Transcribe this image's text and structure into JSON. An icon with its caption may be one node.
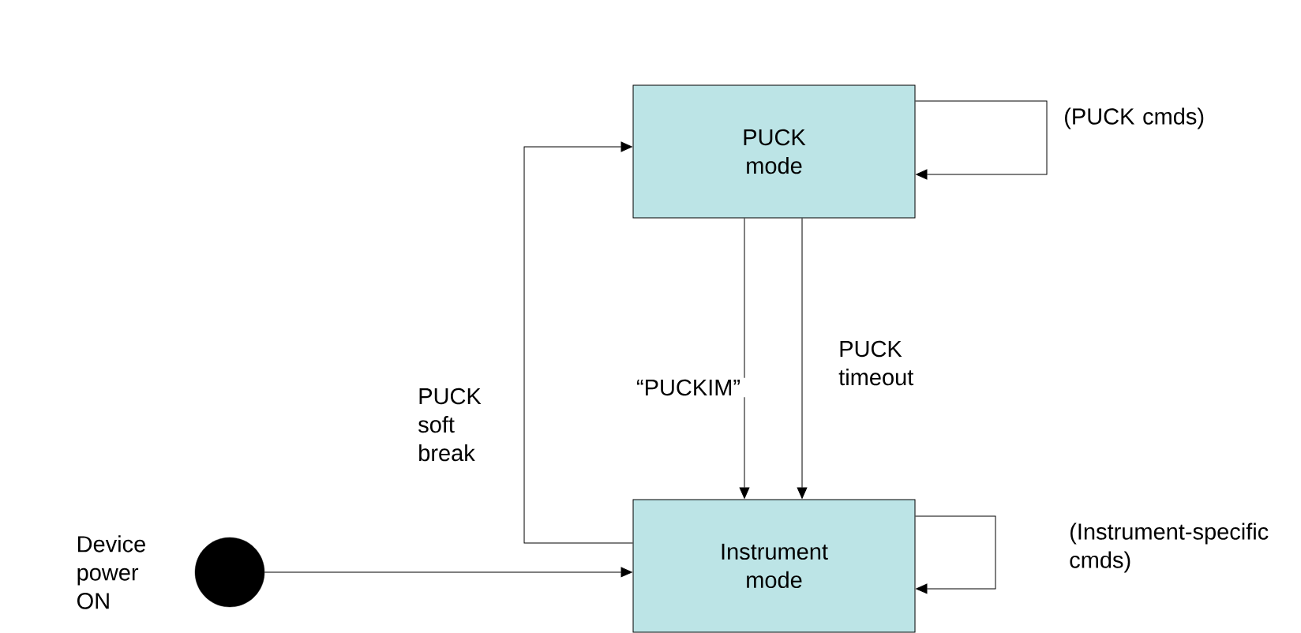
{
  "diagram": {
    "nodes": [
      {
        "text": [
          "PUCK mode"
        ]
      },
      {
        "text": [
          "Instrument mode"
        ]
      },
      {
        "text": [],
        "shape": "circle",
        "beside": [
          "Device power ON"
        ]
      }
    ],
    "edges": [
      {
        "from": 0,
        "to": 0,
        "arrow": "to",
        "label": "(PUCK cmds)"
      },
      {
        "from": 0,
        "to": 1,
        "arrow": "to",
        "label": "“PUCKIM”"
      },
      {
        "from": 0,
        "to": 1,
        "arrow": "to",
        "label": "PUCK timeout"
      },
      {
        "from": 1,
        "to": 0,
        "arrow": "to",
        "label": "PUCK soft break"
      },
      {
        "from": 2,
        "to": 1,
        "arrow": "to"
      },
      {
        "from": 1,
        "to": 1,
        "arrow": "to",
        "label": "(Instrument-specific cmds)"
      }
    ]
  }
}
